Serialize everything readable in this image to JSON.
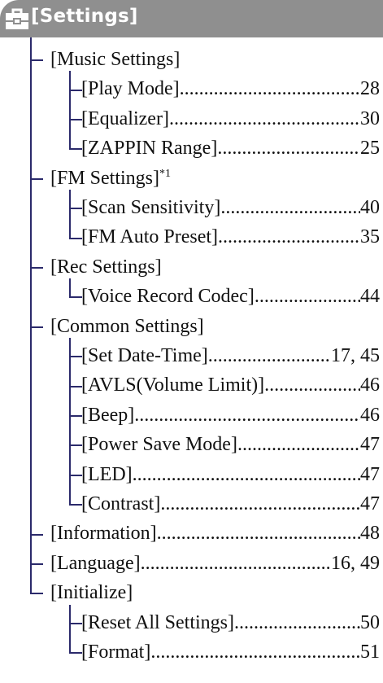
{
  "header": {
    "title": "[Settings]",
    "icon": "toolbox-icon"
  },
  "items": [
    {
      "label": "[Music Settings]",
      "level": 1
    },
    {
      "label": "[Play Mode]",
      "page": "28",
      "level": 2
    },
    {
      "label": "[Equalizer]",
      "page": "30",
      "level": 2
    },
    {
      "label": "[ZAPPIN Range]",
      "page": "25",
      "level": 2
    },
    {
      "label": "[FM Settings]",
      "sup": "*1",
      "level": 1
    },
    {
      "label": "[Scan Sensitivity]",
      "page": "40",
      "level": 2
    },
    {
      "label": "[FM Auto Preset]",
      "page": "35",
      "level": 2
    },
    {
      "label": "[Rec Settings]",
      "level": 1
    },
    {
      "label": "[Voice Record Codec]",
      "page": "44",
      "level": 2
    },
    {
      "label": "[Common Settings]",
      "level": 1
    },
    {
      "label": "[Set Date-Time]",
      "page": "17, 45",
      "level": 2
    },
    {
      "label": "[AVLS(Volume Limit)]",
      "page": "46",
      "level": 2
    },
    {
      "label": "[Beep]",
      "page": "46",
      "level": 2
    },
    {
      "label": "[Power Save Mode]",
      "page": "47",
      "level": 2
    },
    {
      "label": "[LED]",
      "page": "47",
      "level": 2
    },
    {
      "label": "[Contrast]",
      "page": "47",
      "level": 2
    },
    {
      "label": "[Information]",
      "page": "48",
      "level": 1
    },
    {
      "label": "[Language]",
      "page": "16, 49",
      "level": 1
    },
    {
      "label": "[Initialize]",
      "level": 1
    },
    {
      "label": "[Reset All Settings]",
      "page": "50",
      "level": 2
    },
    {
      "label": "[Format]",
      "page": "51",
      "level": 2
    }
  ],
  "colors": {
    "header_bg": "#8f8f8f",
    "tree_line": "#2b2a6b"
  }
}
